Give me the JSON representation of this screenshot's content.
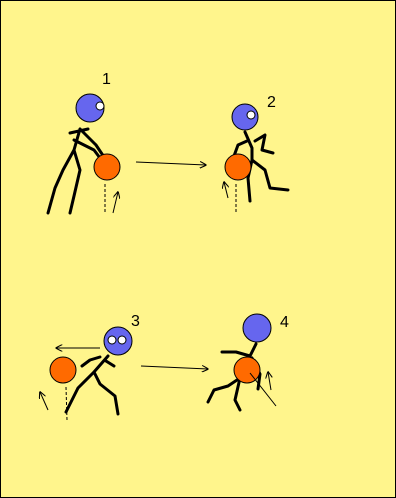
{
  "diagram": {
    "background_color": "#fff58c",
    "head_color": "#6666ee",
    "ball_color": "#ff6a00",
    "steps": [
      {
        "label": "1"
      },
      {
        "label": "2"
      },
      {
        "label": "3"
      },
      {
        "label": "4"
      }
    ]
  }
}
